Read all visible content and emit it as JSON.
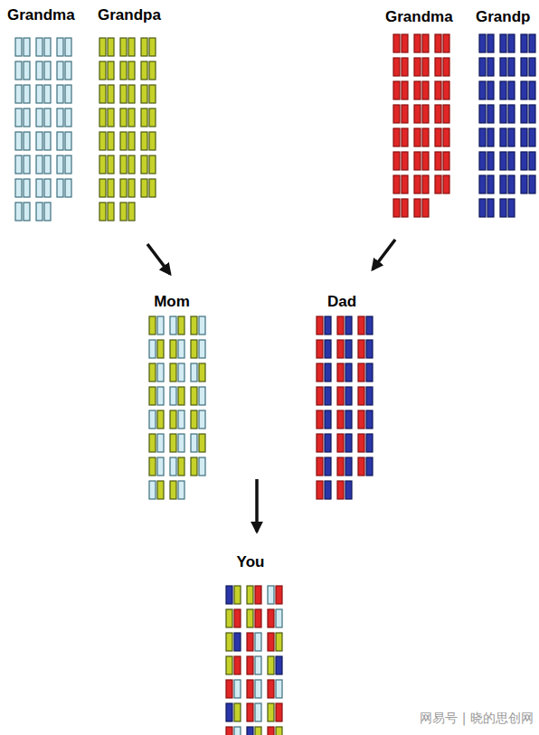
{
  "diagram": {
    "labels": [
      "Grandma",
      "Grandpa",
      "Grandma",
      "Grandp",
      "Mom",
      "Dad",
      "You",
      "网易号 | 晓的思创网"
    ]
  }
}
